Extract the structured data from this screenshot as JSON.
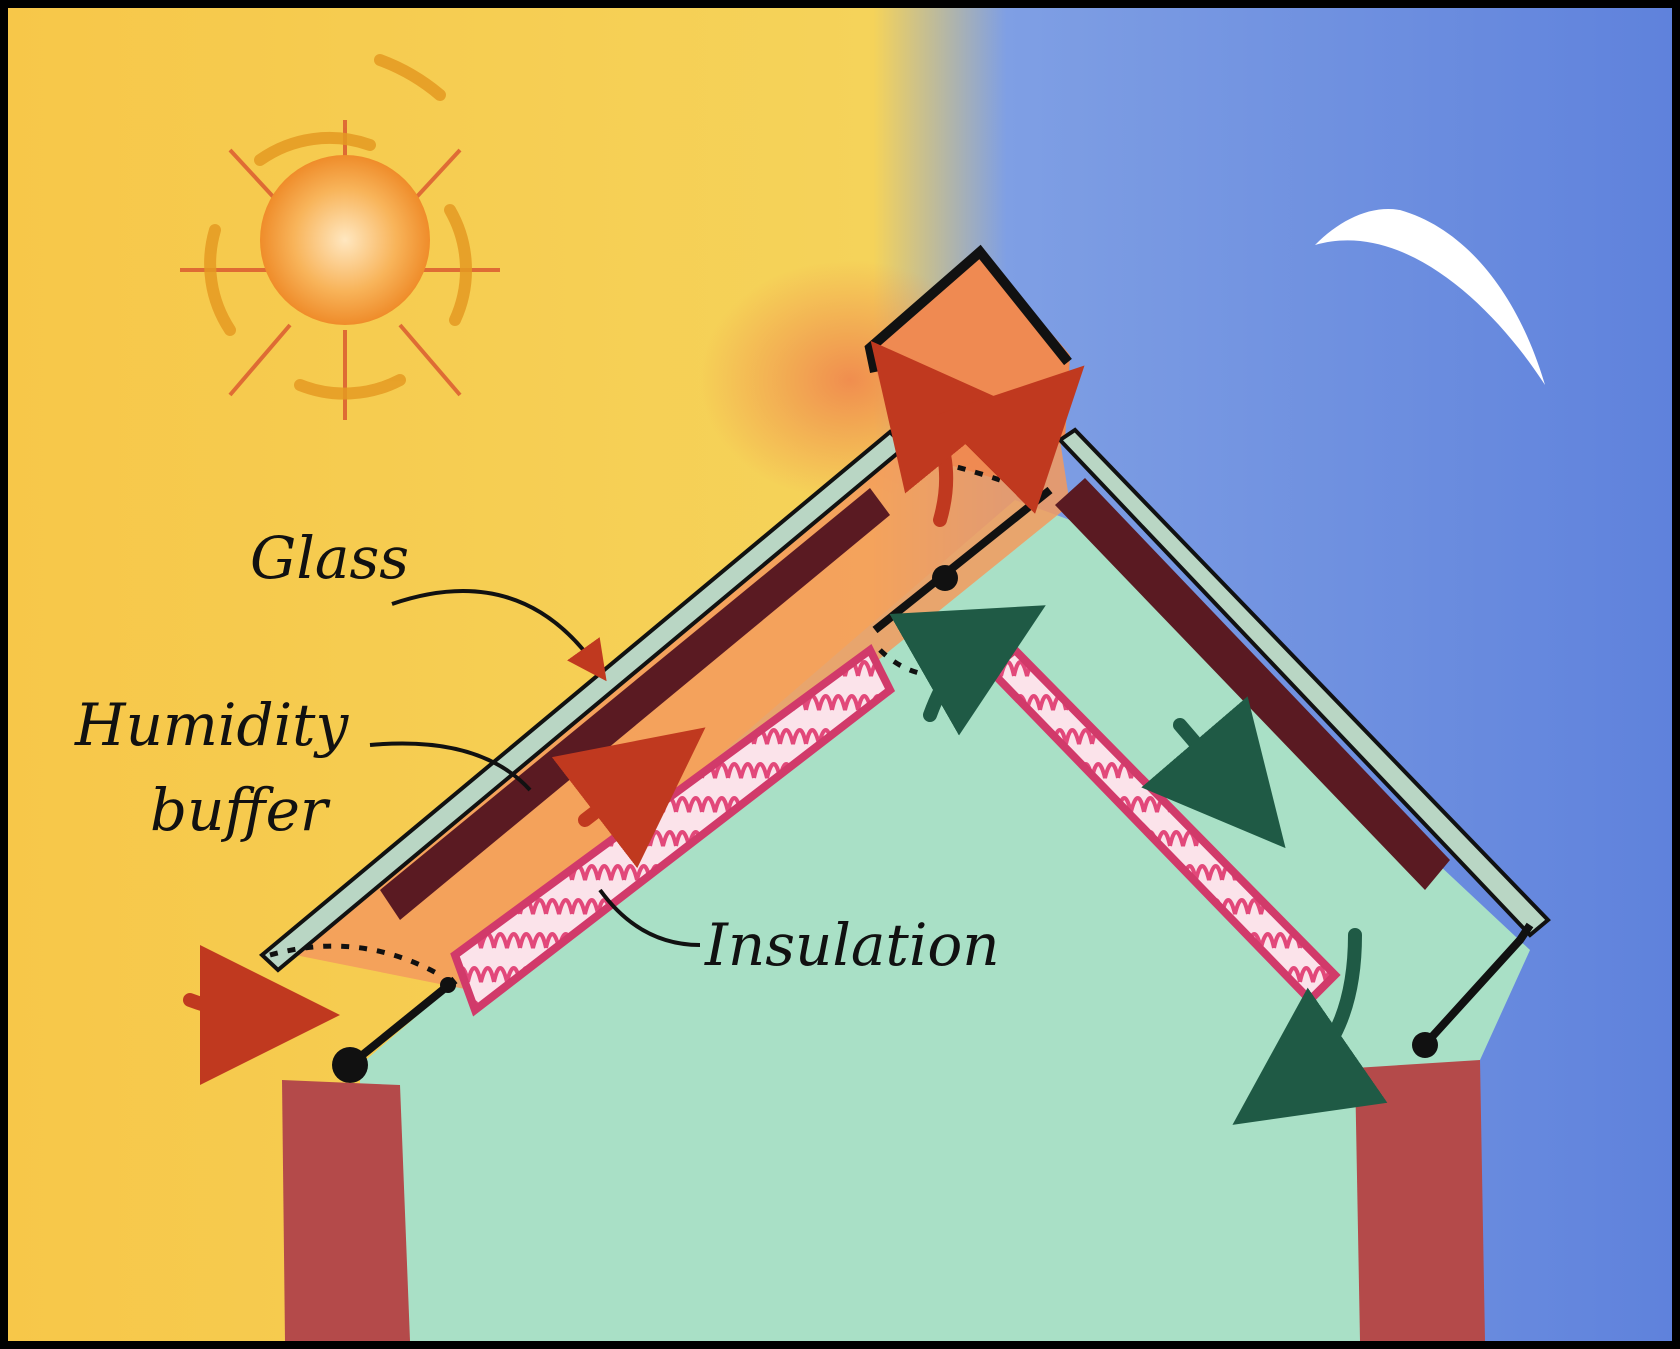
{
  "labels": {
    "glass": "Glass",
    "humidity_line1": "Humidity",
    "humidity_line2": "buffer",
    "insulation": "Insulation"
  },
  "colors": {
    "frame": "#000000",
    "day_sky": "#f6c24a",
    "night_sky": "#6f8ee0",
    "interior": "#a9e0c6",
    "warm_channel": "#f29a5c",
    "glass": "#b9d6c4",
    "humidity_buffer": "#5a1a22",
    "insulation": "#e2487a",
    "brick_wall": "#b44a4a",
    "warm_arrow": "#c0391f",
    "cool_arrow": "#1f5a45",
    "sun": "#f5a028",
    "moon": "#ffffff"
  },
  "icons": [
    "sun-icon",
    "moon-icon"
  ]
}
